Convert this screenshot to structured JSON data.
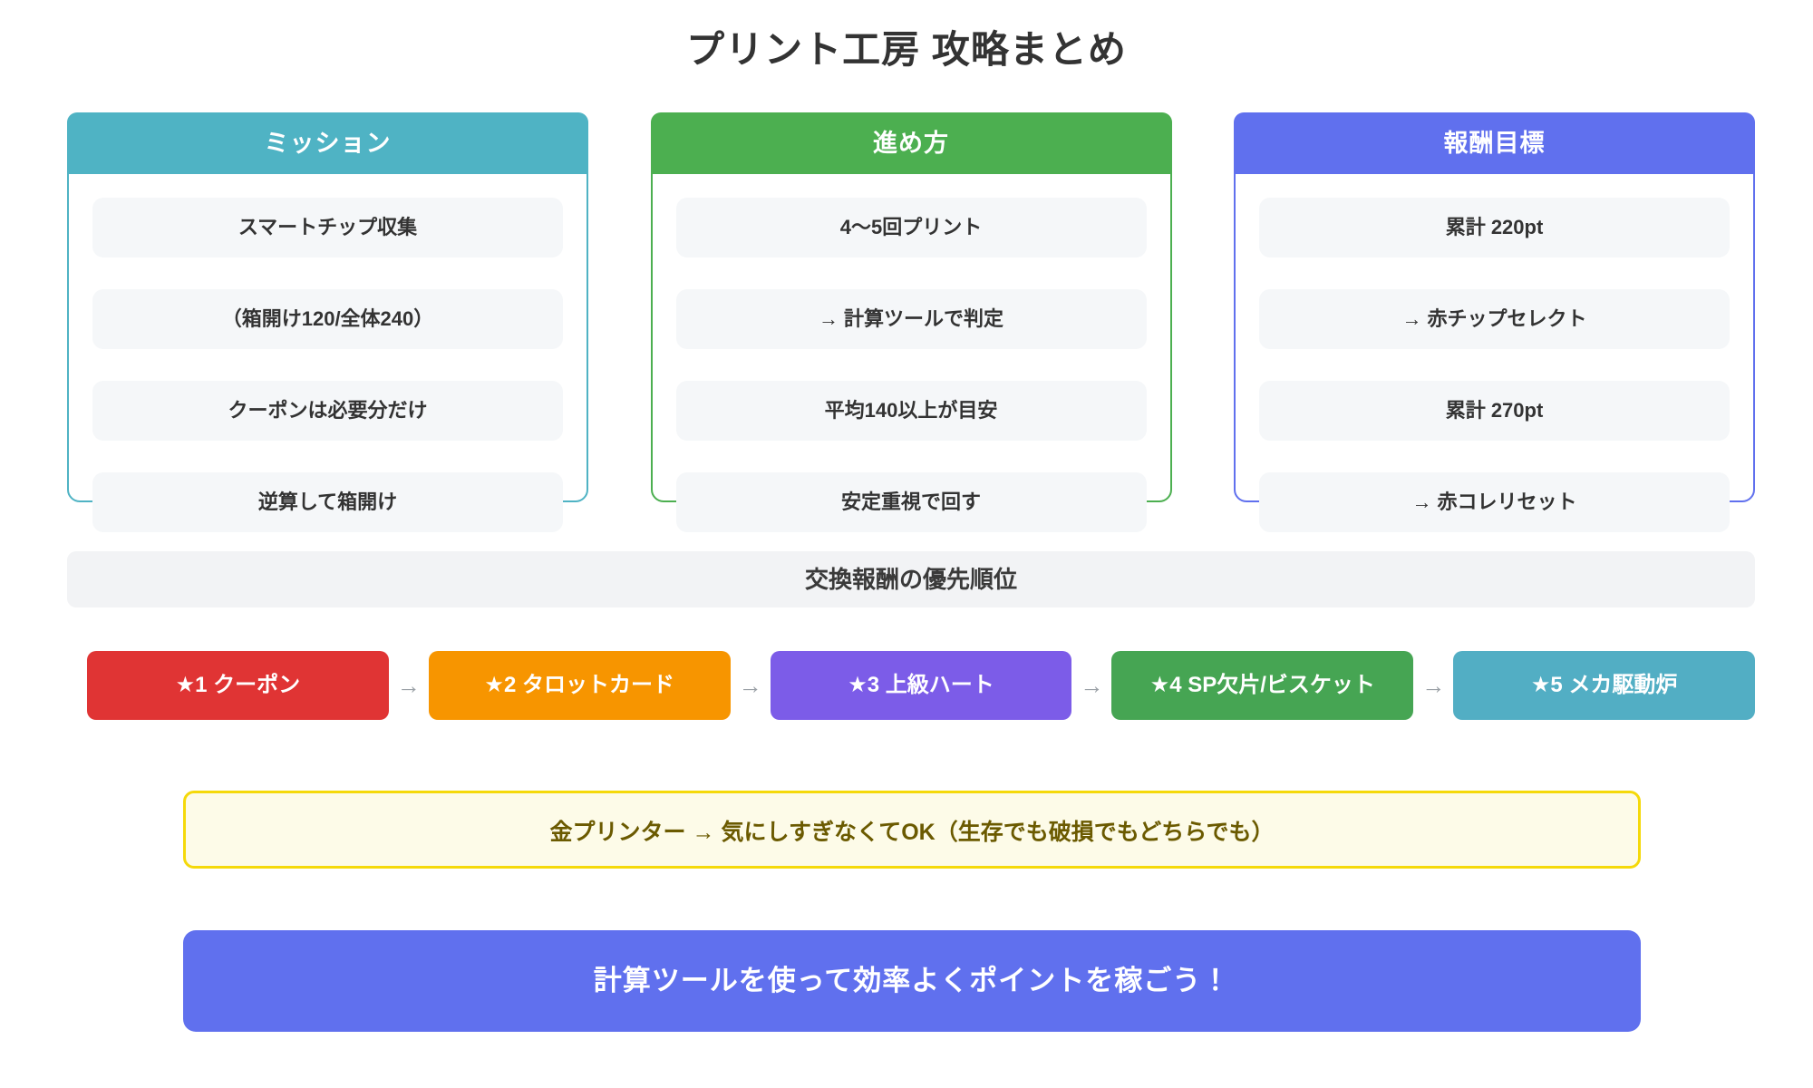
{
  "page": {
    "title": "プリント工房 攻略まとめ",
    "background_color": "#ffffff"
  },
  "columns": [
    {
      "header": "ミッション",
      "accent_color": "#4FB3C4",
      "items": [
        "スマートチップ収集",
        "（箱開け120/全体240）",
        "クーポンは必要分だけ",
        "逆算して箱開け"
      ]
    },
    {
      "header": "進め方",
      "accent_color": "#4CAF50",
      "items": [
        "4〜5回プリント",
        "→ 計算ツールで判定",
        "平均140以上が目安",
        "安定重視で回す"
      ]
    },
    {
      "header": "報酬目標",
      "accent_color": "#6070EE",
      "items": [
        "累計 220pt",
        "→ 赤チップセレクト",
        "累計 270pt",
        "→ 赤コレリセット"
      ]
    }
  ],
  "section_bar": {
    "label": "交換報酬の優先順位",
    "background_color": "#f2f3f5"
  },
  "priority_chain": {
    "arrow": "→",
    "chips": [
      {
        "label": "★1 クーポン",
        "color": "#E03434"
      },
      {
        "label": "★2 タロットカード",
        "color": "#F79500"
      },
      {
        "label": "★3 上級ハート",
        "color": "#7C5CE8"
      },
      {
        "label": "★4 SP欠片/ビスケット",
        "color": "#46A553"
      },
      {
        "label": "★5 メカ駆動炉",
        "color": "#52AEC4"
      }
    ]
  },
  "note": {
    "text": "金プリンター → 気にしすぎなくてOK（生存でも破損でもどちらでも）",
    "border_color": "#f5d90a",
    "background_color": "#fdfbe8"
  },
  "banner": {
    "text": "計算ツールを使って効率よくポイントを稼ごう！",
    "background_color": "#6070EE"
  }
}
